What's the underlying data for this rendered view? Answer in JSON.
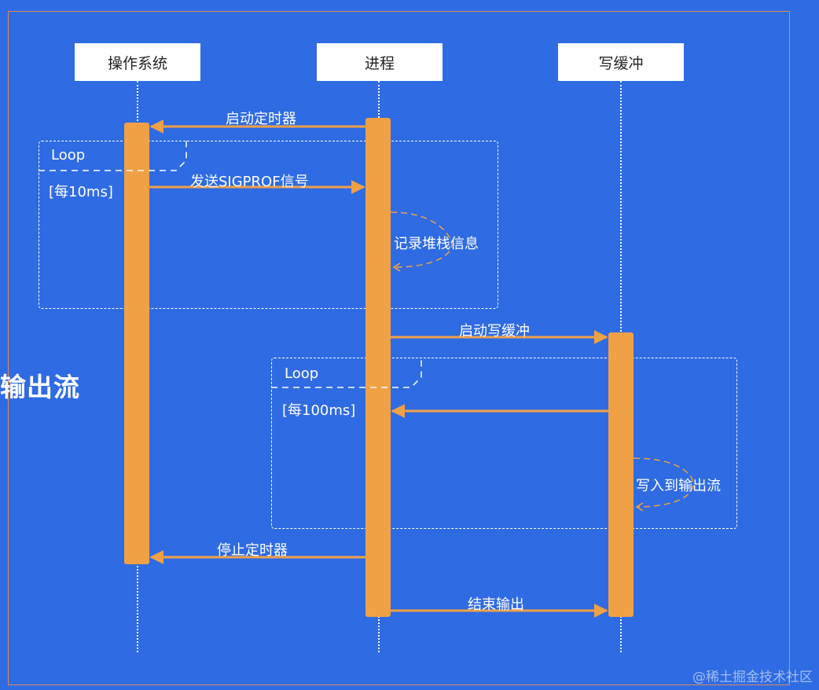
{
  "participants": [
    {
      "name": "操作系统"
    },
    {
      "name": "进程"
    },
    {
      "name": "写缓冲"
    }
  ],
  "outer_label": "输出流",
  "loops": [
    {
      "label": "Loop",
      "guard": "[每10ms]"
    },
    {
      "label": "Loop",
      "guard": "[每100ms]"
    }
  ],
  "messages": {
    "start_timer": "启动定时器",
    "send_signal": "发送SIGPROF信号",
    "record_stack": "记录堆栈信息",
    "start_write_buffer": "启动写缓冲",
    "write_output_stream": "写入到输出流",
    "stop_timer": "停止定时器",
    "end_output": "结束输出"
  },
  "colors": {
    "background": "#2f6be3",
    "activation": "#f0a045",
    "arrow": "#f0a045",
    "frame_border": "#e58a5a",
    "dashed": "#ffffff"
  },
  "watermark": "@稀土掘金技术社区"
}
